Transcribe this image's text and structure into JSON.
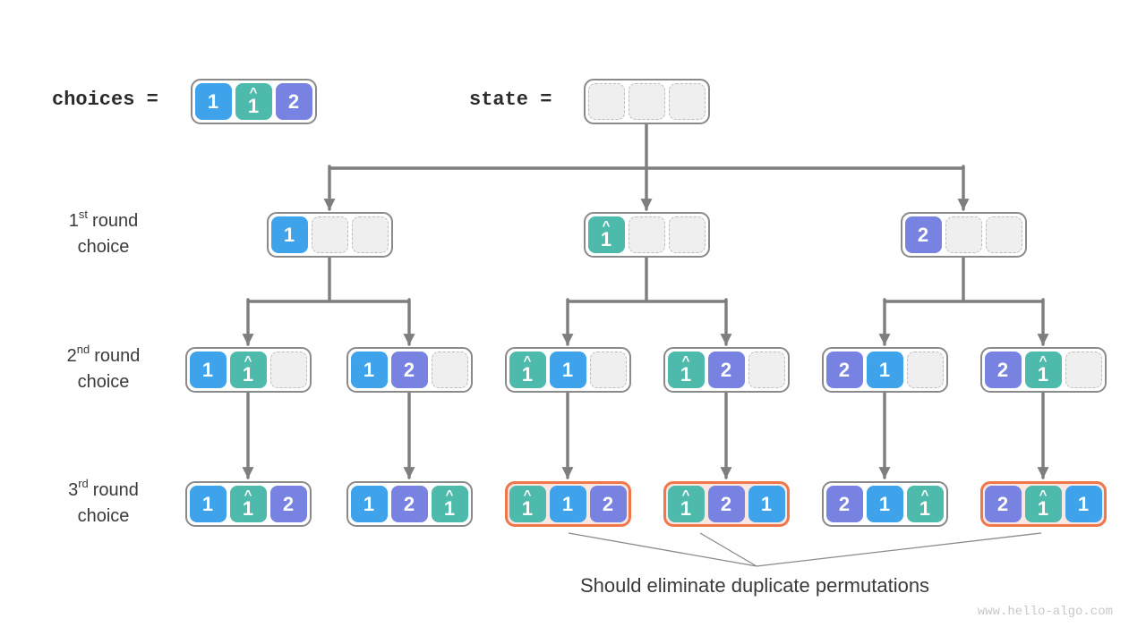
{
  "header": {
    "choices_label": "choices =",
    "state_label": "state ="
  },
  "glyphs": {
    "hat": "^"
  },
  "cell_types": {
    "1": {
      "label": "1",
      "hat": false,
      "color": "blue"
    },
    "1h": {
      "label": "1",
      "hat": true,
      "color": "teal"
    },
    "2": {
      "label": "2",
      "hat": false,
      "color": "purple"
    },
    "e": {
      "label": "",
      "hat": false,
      "color": "empty"
    }
  },
  "header_nodes": {
    "choices": {
      "cells": [
        "1",
        "1h",
        "2"
      ]
    },
    "state": {
      "cells": [
        "e",
        "e",
        "e"
      ]
    }
  },
  "row_labels": [
    {
      "ordinal": "1",
      "suffix": "st",
      "rest": "round",
      "line2": "choice"
    },
    {
      "ordinal": "2",
      "suffix": "nd",
      "rest": "round",
      "line2": "choice"
    },
    {
      "ordinal": "3",
      "suffix": "rd",
      "rest": "round",
      "line2": "choice"
    }
  ],
  "tree": {
    "round1": [
      {
        "cells": [
          "1",
          "e",
          "e"
        ],
        "highlight": false
      },
      {
        "cells": [
          "1h",
          "e",
          "e"
        ],
        "highlight": false
      },
      {
        "cells": [
          "2",
          "e",
          "e"
        ],
        "highlight": false
      }
    ],
    "round2": [
      {
        "cells": [
          "1",
          "1h",
          "e"
        ],
        "highlight": false
      },
      {
        "cells": [
          "1",
          "2",
          "e"
        ],
        "highlight": false
      },
      {
        "cells": [
          "1h",
          "1",
          "e"
        ],
        "highlight": false
      },
      {
        "cells": [
          "1h",
          "2",
          "e"
        ],
        "highlight": false
      },
      {
        "cells": [
          "2",
          "1",
          "e"
        ],
        "highlight": false
      },
      {
        "cells": [
          "2",
          "1h",
          "e"
        ],
        "highlight": false
      }
    ],
    "round3": [
      {
        "cells": [
          "1",
          "1h",
          "2"
        ],
        "highlight": false
      },
      {
        "cells": [
          "1",
          "2",
          "1h"
        ],
        "highlight": false
      },
      {
        "cells": [
          "1h",
          "1",
          "2"
        ],
        "highlight": true
      },
      {
        "cells": [
          "1h",
          "2",
          "1"
        ],
        "highlight": true
      },
      {
        "cells": [
          "2",
          "1",
          "1h"
        ],
        "highlight": false
      },
      {
        "cells": [
          "2",
          "1h",
          "1"
        ],
        "highlight": true
      }
    ]
  },
  "annotation": "Should eliminate duplicate permutations",
  "watermark": "www.hello-algo.com",
  "colors": {
    "blue": "#3EA3EA",
    "teal": "#4EBAAB",
    "purple": "#7883E1",
    "empty_fill": "#EFEFEF",
    "empty_border": "#BDBDBD",
    "container_border": "#8A8A8A",
    "tree_line": "#7E7E7E",
    "highlight_border": "#F0764B",
    "highlight_fill": "#FBE7E2",
    "text": "#3A3A3A",
    "watermark": "#C9C9C9"
  }
}
